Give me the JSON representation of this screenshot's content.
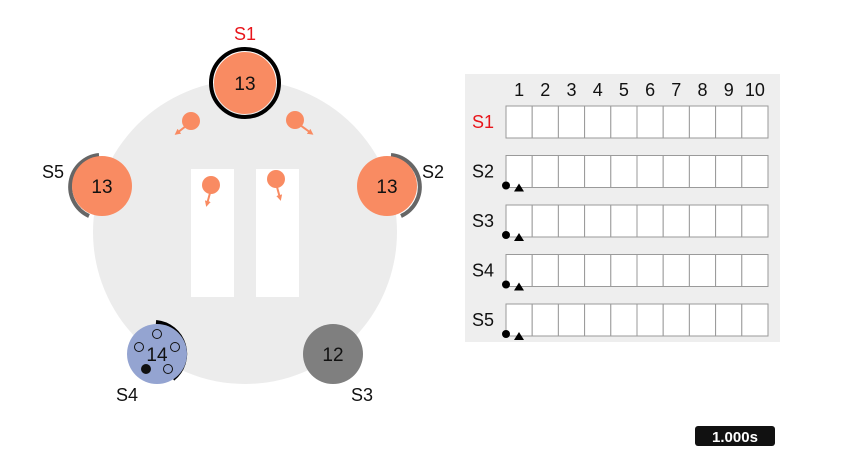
{
  "colors": {
    "hub_bg": "#ececec",
    "active_node": "#f98b62",
    "blue_node": "#94a4d1",
    "grey_node": "#7f7f7f",
    "highlight_label": "#e8151b",
    "panel_bg": "#eeeeee",
    "cell_border": "#9a9a9a"
  },
  "nodes": [
    {
      "id": "S1",
      "label": "S1",
      "value": "13",
      "state": "active",
      "label_highlight": true,
      "ring": "full-black"
    },
    {
      "id": "S2",
      "label": "S2",
      "value": "13",
      "state": "active",
      "label_highlight": false,
      "ring": "partial-grey"
    },
    {
      "id": "S3",
      "label": "S3",
      "value": "12",
      "state": "grey",
      "label_highlight": false,
      "ring": "none"
    },
    {
      "id": "S4",
      "label": "S4",
      "value": "14",
      "state": "blue",
      "label_highlight": false,
      "ring": "partial-black"
    },
    {
      "id": "S5",
      "label": "S5",
      "value": "13",
      "state": "active",
      "label_highlight": false,
      "ring": "partial-grey"
    }
  ],
  "log_table": {
    "columns": [
      "1",
      "2",
      "3",
      "4",
      "5",
      "6",
      "7",
      "8",
      "9",
      "10"
    ],
    "rows": [
      {
        "label": "S1",
        "highlight": true,
        "markers": false
      },
      {
        "label": "S2",
        "highlight": false,
        "markers": true
      },
      {
        "label": "S3",
        "highlight": false,
        "markers": true
      },
      {
        "label": "S4",
        "highlight": false,
        "markers": true
      },
      {
        "label": "S5",
        "highlight": false,
        "markers": true
      }
    ]
  },
  "timer": {
    "text": "1.000s"
  }
}
